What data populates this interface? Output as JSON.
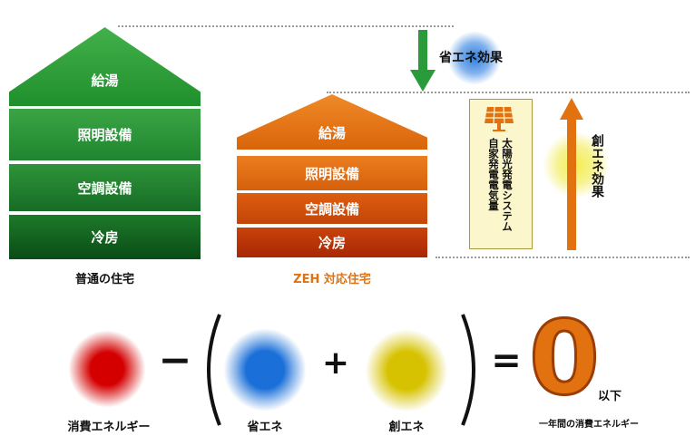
{
  "left_house": {
    "rows": [
      "給湯",
      "照明設備",
      "空調設備",
      "冷房"
    ],
    "caption": "普通の住宅"
  },
  "right_house": {
    "rows": [
      "給湯",
      "照明設備",
      "空調設備",
      "冷房"
    ],
    "caption": "ZEH 対応住宅"
  },
  "saving_effect_label": "省エネ効果",
  "creation_effect_label": "創エネ効果",
  "solar_panel": {
    "line1": "太陽光発電システム",
    "line2": "自家発電電気量"
  },
  "equation": {
    "term1_label": "消費エネルギー",
    "minus": "−",
    "open_paren": "(",
    "term2_label": "省エネ",
    "plus": "+",
    "term3_label": "創エネ",
    "close_paren": ")",
    "equals": "=",
    "result_value": "0",
    "result_suffix": "以下",
    "result_label": "一年間の消費エネルギー"
  },
  "colors": {
    "green": "#2a9b3a",
    "orange": "#e2720f",
    "red_blob": "#d40000",
    "blue_blob": "#1a6fd8",
    "yellow_blob": "#d9c400"
  }
}
